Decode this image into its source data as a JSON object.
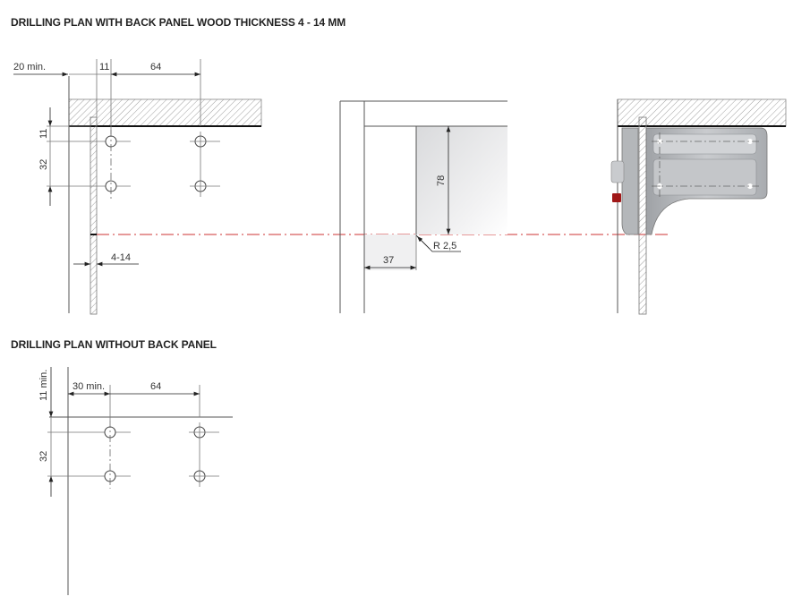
{
  "sections": [
    {
      "title": "DRILLING PLAN WITH BACK PANEL WOOD THICKNESS 4 - 14 MM"
    },
    {
      "title": "DRILLING PLAN WITHOUT BACK PANEL"
    }
  ],
  "plan1": {
    "dim_edge": "20 min.",
    "dim_offset": "11",
    "dim_spacing": "64",
    "dim_top": "11",
    "dim_vertical": "32",
    "dim_thickness": "4-14"
  },
  "side_view": {
    "dim_height": "78",
    "dim_width": "37",
    "dim_radius": "R 2,5"
  },
  "plan2": {
    "dim_edge": "30 min.",
    "dim_spacing": "64",
    "dim_top": "11 min.",
    "dim_vertical": "32"
  },
  "colors": {
    "accent_line": "#cc3333",
    "bracket": "#b8babd",
    "red_part": "#a01818"
  }
}
